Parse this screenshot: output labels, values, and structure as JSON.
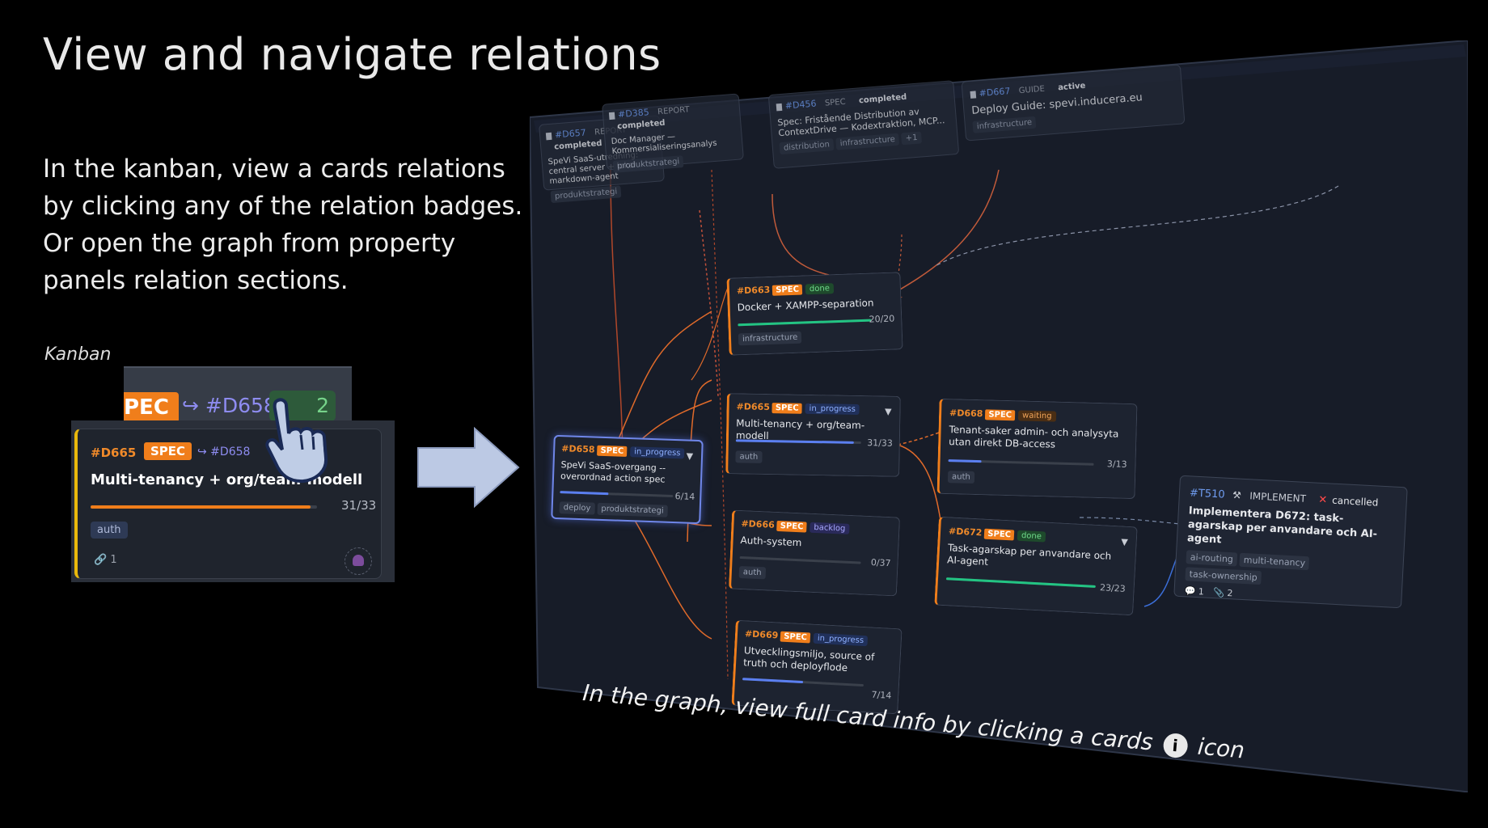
{
  "slide": {
    "title": "View and navigate relations",
    "intro": "In the kanban, view a cards relations by clicking any of the relation badges. Or open the graph from property panels relation sections.",
    "kanban_label": "Kanban",
    "caption_before": "In the graph, view full card info by clicking a cards",
    "caption_icon": "i",
    "caption_after": "icon"
  },
  "zoom_badges": {
    "spec": "PEC",
    "relation": "↪ #D658",
    "graph_count": "2"
  },
  "kanban_card": {
    "id": "#D665",
    "type": "SPEC",
    "relation": "↪ #D658",
    "title": "Multi-tenancy + org/team-modell",
    "progress_text": "31/33",
    "progress": 0.94,
    "tag": "auth",
    "links": "1"
  },
  "graph": {
    "top_nodes": [
      {
        "id": "#D657",
        "type": "REPORT",
        "status": "completed",
        "title": "SpeVi SaaS-utredning: central server + lokal markdown-agent",
        "tags": [
          "produktstrategi"
        ]
      },
      {
        "id": "#D385",
        "type": "REPORT",
        "status": "completed",
        "title": "Doc Manager — Kommersialiseringsanalys",
        "tags": [
          "produktstrategi"
        ]
      },
      {
        "id": "#D456",
        "type": "SPEC",
        "status": "completed",
        "title": "Spec: Fristående Distribution av ContextDrive — Kodextraktion, MCP...",
        "tags": [
          "distribution",
          "infrastructure",
          "+1"
        ]
      },
      {
        "id": "#D667",
        "type": "GUIDE",
        "status": "active",
        "title": "Deploy Guide: spevi.inducera.eu",
        "tags": [
          "infrastructure"
        ]
      }
    ],
    "selected": {
      "id": "#D658",
      "type": "SPEC",
      "status": "in_progress",
      "title": "SpeVi SaaS-overgang -- overordnad action spec",
      "progress_text": "6/14",
      "progress": 0.43,
      "tags": [
        "deploy",
        "produktstrategi"
      ]
    },
    "children": [
      {
        "id": "#D663",
        "type": "SPEC",
        "status": "done",
        "title": "Docker + XAMPP-separation",
        "progress_text": "20/20",
        "progress": 1.0,
        "tags": [
          "infrastructure"
        ]
      },
      {
        "id": "#D665",
        "type": "SPEC",
        "status": "in_progress",
        "title": "Multi-tenancy + org/team-modell",
        "progress_text": "31/33",
        "progress": 0.94,
        "tags": [
          "auth"
        ]
      },
      {
        "id": "#D666",
        "type": "SPEC",
        "status": "backlog",
        "title": "Auth-system",
        "progress_text": "0/37",
        "progress": 0.0,
        "tags": [
          "auth"
        ]
      },
      {
        "id": "#D669",
        "type": "SPEC",
        "status": "in_progress",
        "title": "Utvecklingsmiljo, source of truth och deployflode",
        "progress_text": "7/14",
        "progress": 0.5,
        "tags": []
      }
    ],
    "grandchildren": [
      {
        "id": "#D668",
        "type": "SPEC",
        "status": "waiting",
        "title": "Tenant-saker admin- och analysyta utan direkt DB-access",
        "progress_text": "3/13",
        "progress": 0.23,
        "tags": [
          "auth"
        ]
      },
      {
        "id": "#D672",
        "type": "SPEC",
        "status": "done",
        "title": "Task-agarskap per anvandare och AI-agent",
        "progress_text": "23/23",
        "progress": 1.0,
        "tags": []
      }
    ],
    "task": {
      "id": "#T510",
      "type": "IMPLEMENT",
      "status": "cancelled",
      "title": "Implementera D672: task-agarskap per anvandare och AI-agent",
      "tags": [
        "ai-routing",
        "multi-tenancy",
        "task-ownership"
      ],
      "comments": "1",
      "attachments": "2"
    }
  },
  "colors": {
    "accent": "#f07e1b",
    "selected": "#6f86e8",
    "done": "#23c483",
    "progress": "#5b7ff0"
  }
}
